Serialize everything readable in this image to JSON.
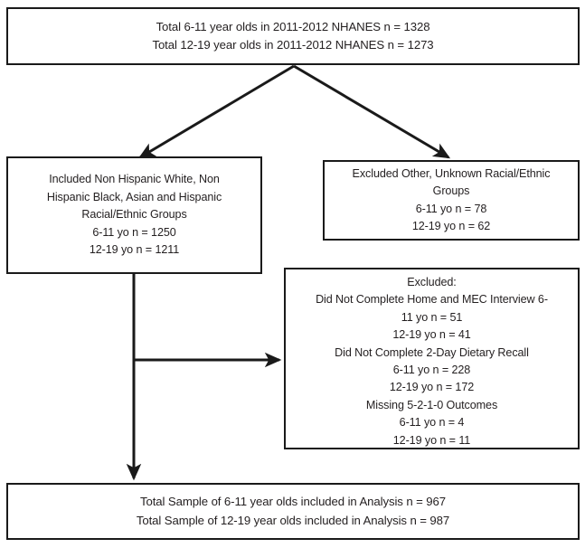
{
  "diagram": {
    "title": "NHANES 2011-2012 participant flow diagram",
    "stroke_color": "#1a1a1a",
    "text_color": "#231f20",
    "background": "#ffffff"
  },
  "boxes": {
    "top": {
      "name": "total-sample-box",
      "lines": [
        "Total 6-11 year olds in 2011-2012 NHANES n = 1328",
        "Total 12-19 year olds in 2011-2012 NHANES n = 1273"
      ]
    },
    "included_race": {
      "name": "included-racial-ethnic-groups-box",
      "lines": [
        "Included Non Hispanic White, Non",
        "Hispanic Black, Asian and Hispanic",
        "Racial/Ethnic Groups",
        "6-11 yo n = 1250",
        "12-19 yo n = 1211"
      ]
    },
    "excluded_other": {
      "name": "excluded-other-groups-box",
      "lines": [
        "Excluded Other, Unknown Racial/Ethnic",
        "Groups",
        "6-11 yo n = 78",
        "12-19 yo n = 62"
      ]
    },
    "excluded_detail": {
      "name": "excluded-criteria-box",
      "lines": [
        "Excluded:",
        "Did Not Complete Home and MEC Interview 6-",
        "11 yo n = 51",
        "12-19 yo n = 41",
        "Did Not Complete 2-Day Dietary Recall",
        "6-11 yo n = 228",
        "12-19 yo n = 172",
        "Missing 5-2-1-0 Outcomes",
        "6-11 yo n = 4",
        "12-19 yo n = 11"
      ]
    },
    "bottom": {
      "name": "final-analysis-sample-box",
      "lines": [
        "Total Sample of 6-11 year olds included in Analysis n = 967",
        "Total Sample of 12-19 year olds included in Analysis n = 987"
      ]
    }
  },
  "connectors": [
    {
      "name": "arrow-top-to-included",
      "from": "total-sample-box",
      "to": "included-racial-ethnic-groups-box"
    },
    {
      "name": "arrow-top-to-excluded-other",
      "from": "total-sample-box",
      "to": "excluded-other-groups-box"
    },
    {
      "name": "arrow-included-to-excluded-criteria",
      "from": "included-racial-ethnic-groups-box",
      "to": "excluded-criteria-box"
    },
    {
      "name": "arrow-included-to-final-sample",
      "from": "included-racial-ethnic-groups-box",
      "to": "final-analysis-sample-box"
    }
  ]
}
